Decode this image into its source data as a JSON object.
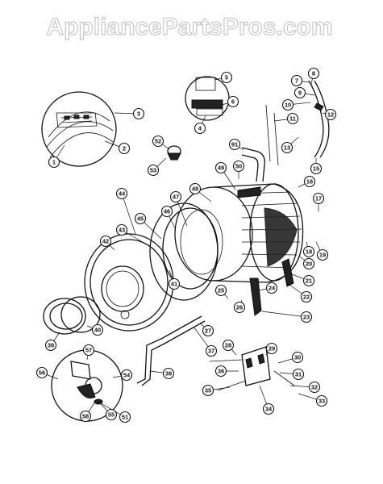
{
  "watermark": {
    "text": "AppliancePartsPros.com"
  },
  "callouts": [
    "1",
    "2",
    "3",
    "4",
    "5",
    "6",
    "7",
    "8",
    "9",
    "10",
    "11",
    "12",
    "13",
    "15",
    "16",
    "17",
    "18",
    "19",
    "20",
    "21",
    "22",
    "23",
    "24",
    "25",
    "26",
    "27",
    "28",
    "29",
    "30",
    "31",
    "32",
    "33",
    "34",
    "35",
    "36",
    "37",
    "38",
    "39",
    "40",
    "41",
    "42",
    "43",
    "44",
    "45",
    "46",
    "47",
    "48",
    "49",
    "50",
    "51",
    "52",
    "53",
    "54",
    "55",
    "56",
    "57",
    "58",
    "91"
  ]
}
